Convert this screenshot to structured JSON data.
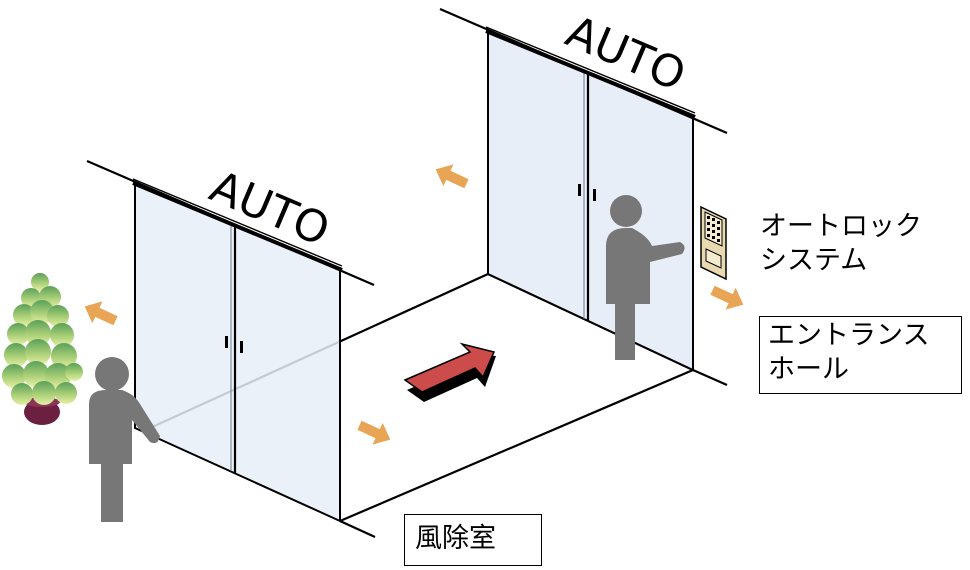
{
  "left_door": {
    "sign": "AUTO"
  },
  "right_door": {
    "sign": "AUTO"
  },
  "autolock": {
    "lines": [
      "オートロック",
      "システム"
    ]
  },
  "entrance_hall": {
    "lines": [
      "エントランス",
      "ホール"
    ]
  },
  "vestibule": {
    "label": "風除室"
  },
  "colors": {
    "glass": "#e8eef8",
    "frame": "#000000",
    "person": "#777777",
    "small_arrow": "#e8a555",
    "big_arrow": "#cc4b4b",
    "plant_pot": "#6b2040"
  }
}
